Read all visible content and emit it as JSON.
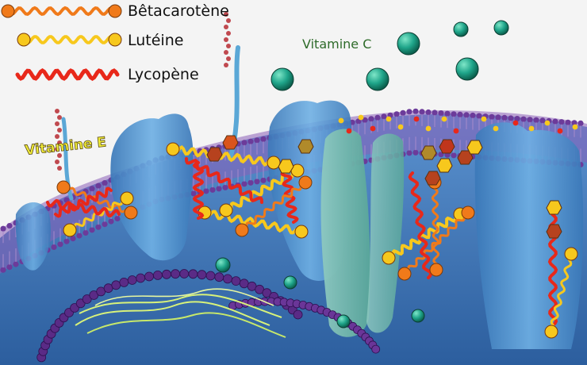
{
  "legend": [
    {
      "label": "Bêtacarotène",
      "color": "#f07a1a"
    },
    {
      "label": "Lutéine",
      "color": "#f7c81d"
    },
    {
      "label": "Lycopène",
      "color": "#e8281a"
    }
  ],
  "labels": {
    "vitamin_c": "Vitamine C",
    "vitamin_e": "Vitamine E"
  },
  "colors": {
    "bilayer_heads": "#6c3b9a",
    "protein": "#4a8fc8",
    "vitamin_c": "#1fa58a",
    "dna": "#d8f27a",
    "cytoplasm": "#3a6fb0"
  }
}
